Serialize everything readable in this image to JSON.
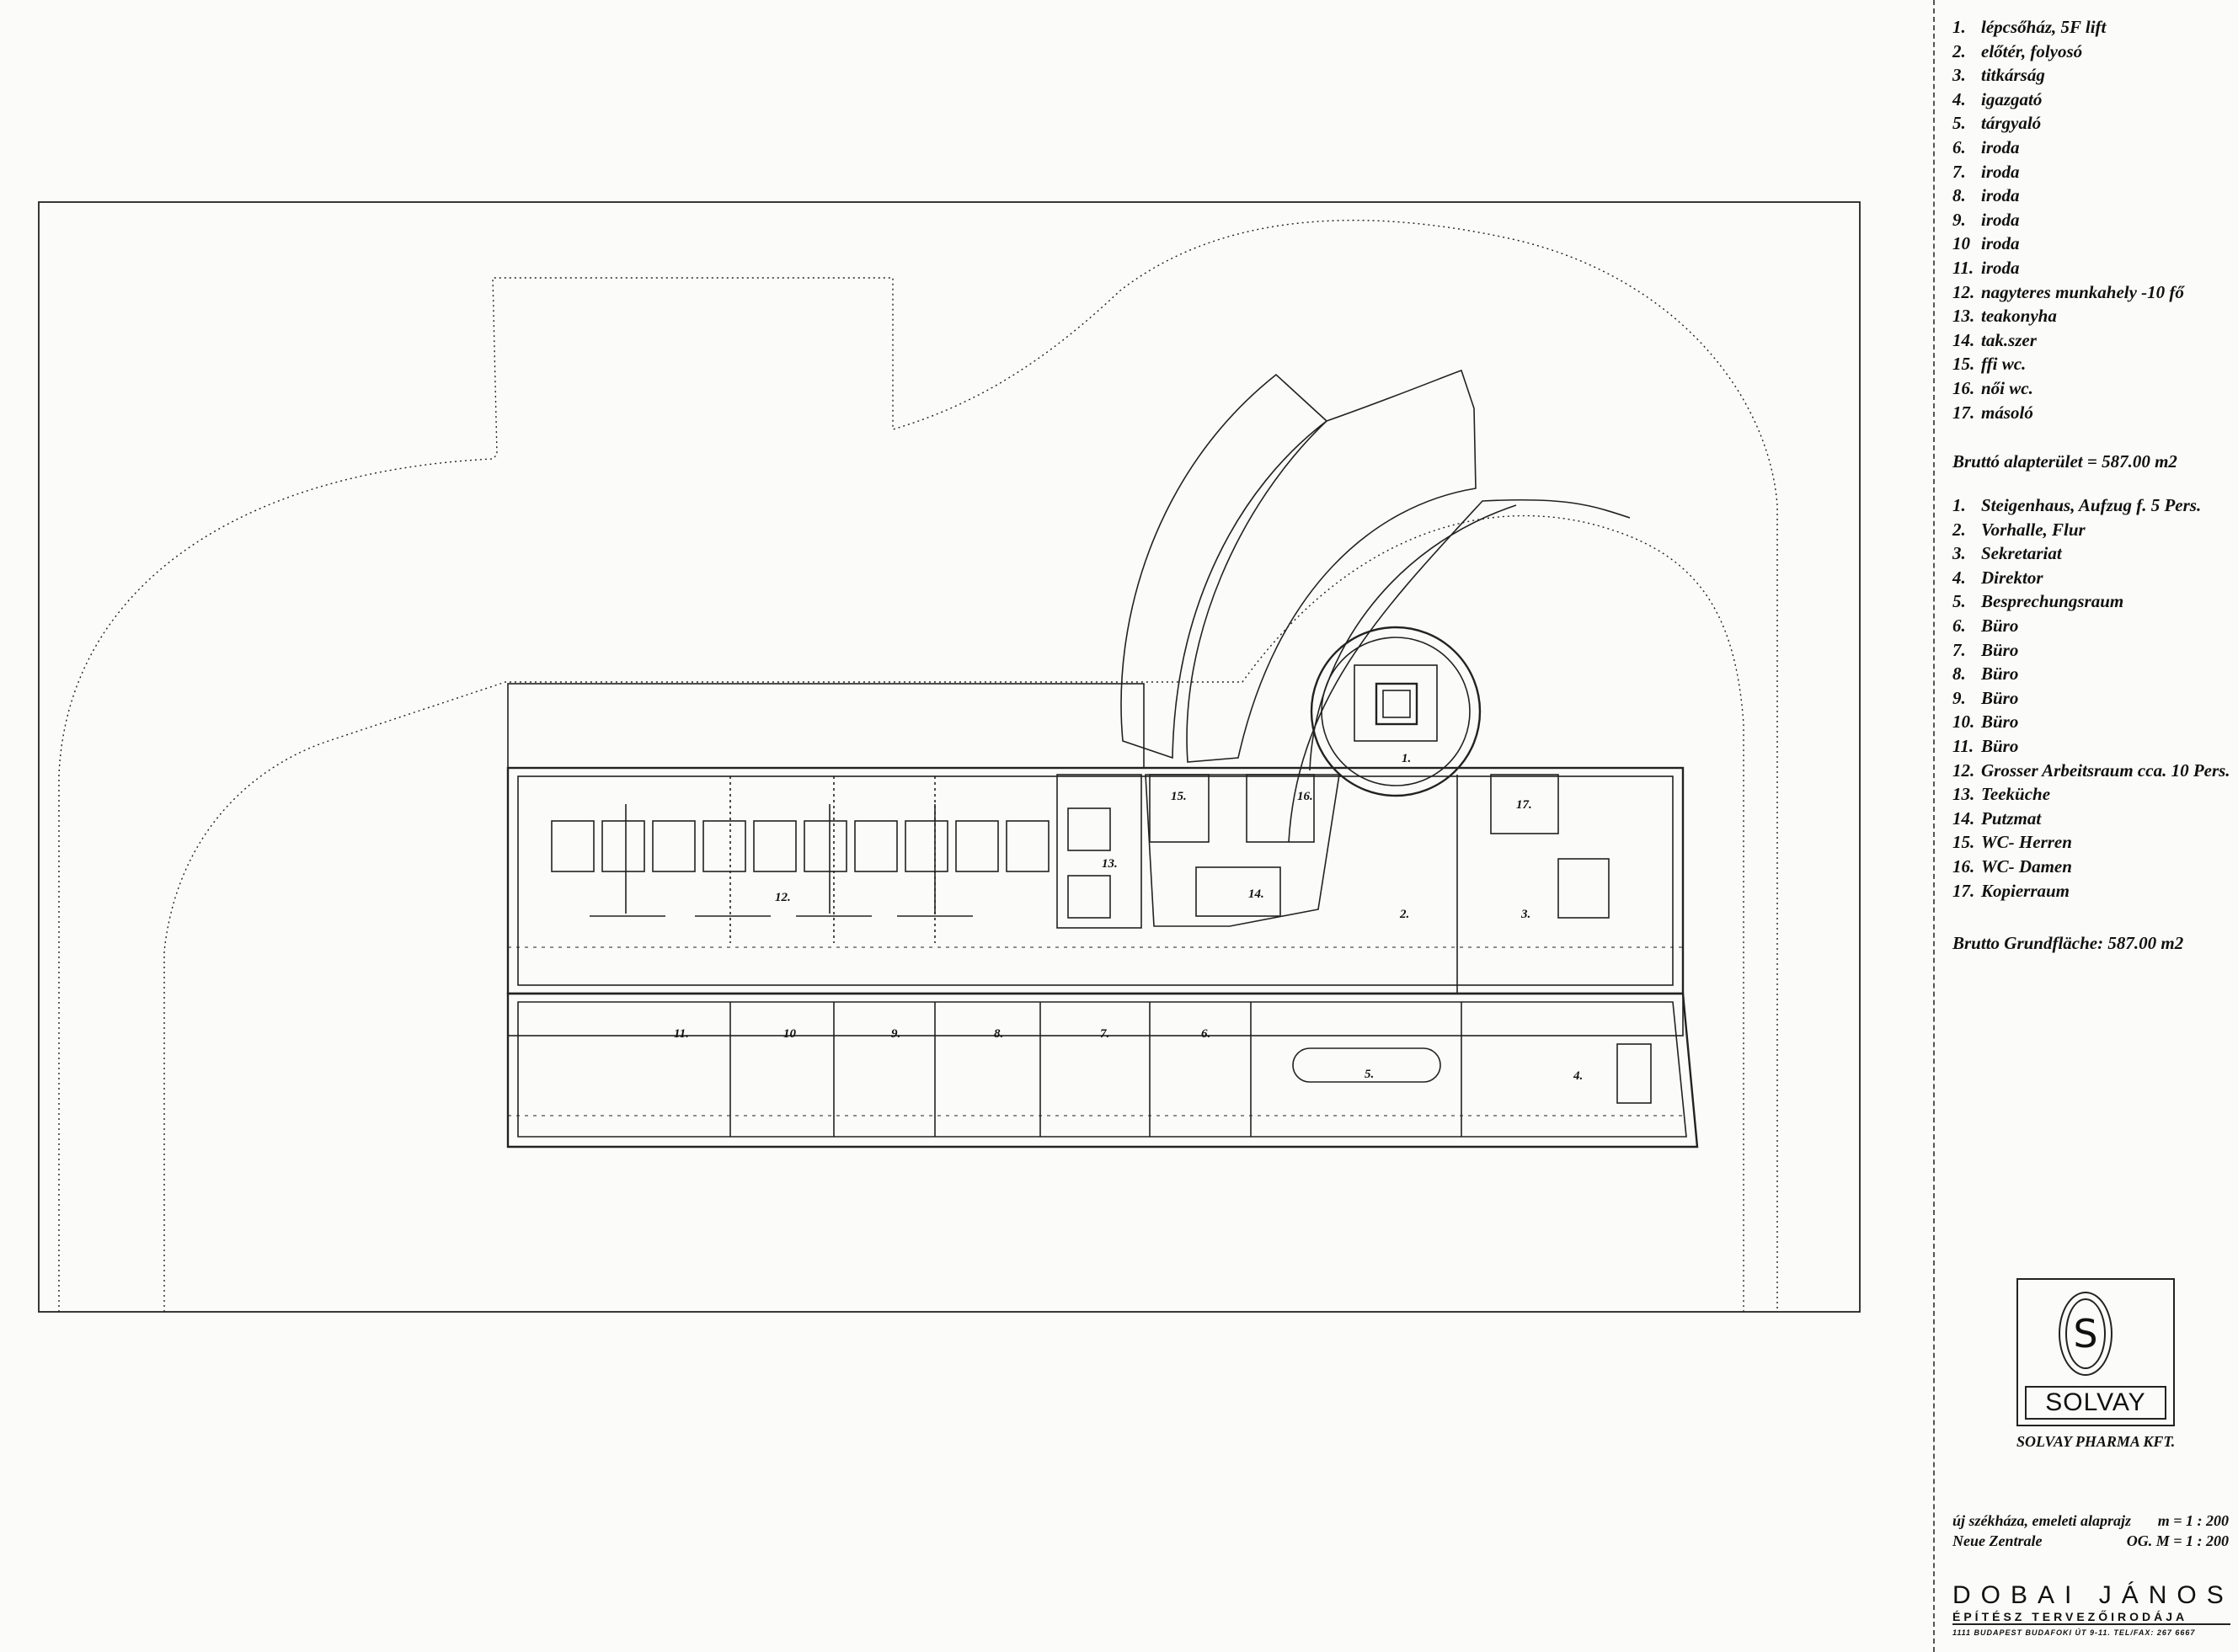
{
  "legend_hu": [
    {
      "num": "1.",
      "text": "lépcsőház, 5F lift"
    },
    {
      "num": "2.",
      "text": "előtér, folyosó"
    },
    {
      "num": "3.",
      "text": "titkárság"
    },
    {
      "num": "4.",
      "text": "igazgató"
    },
    {
      "num": "5.",
      "text": "tárgyaló"
    },
    {
      "num": "6.",
      "text": "iroda"
    },
    {
      "num": "7.",
      "text": "iroda"
    },
    {
      "num": "8.",
      "text": "iroda"
    },
    {
      "num": "9.",
      "text": "iroda"
    },
    {
      "num": "10",
      "text": "iroda"
    },
    {
      "num": "11.",
      "text": "iroda"
    },
    {
      "num": "12.",
      "text": "nagyteres munkahely -10 fő"
    },
    {
      "num": "13.",
      "text": "teakonyha"
    },
    {
      "num": "14.",
      "text": "tak.szer"
    },
    {
      "num": "15.",
      "text": "ffi wc."
    },
    {
      "num": "16.",
      "text": "női wc."
    },
    {
      "num": "17.",
      "text": "másoló"
    }
  ],
  "area_hu": "Bruttó alapterület = 587.00 m2",
  "legend_de": [
    {
      "num": "1.",
      "text": "Steigenhaus, Aufzug f. 5 Pers."
    },
    {
      "num": "2.",
      "text": "Vorhalle, Flur"
    },
    {
      "num": "3.",
      "text": "Sekretariat"
    },
    {
      "num": "4.",
      "text": "Direktor"
    },
    {
      "num": "5.",
      "text": "Besprechungsraum"
    },
    {
      "num": "6.",
      "text": "Büro"
    },
    {
      "num": "7.",
      "text": "Büro"
    },
    {
      "num": "8.",
      "text": "Büro"
    },
    {
      "num": "9.",
      "text": "Büro"
    },
    {
      "num": "10.",
      "text": "Büro"
    },
    {
      "num": "11.",
      "text": "Büro"
    },
    {
      "num": "12.",
      "text": "Grosser Arbeitsraum cca. 10 Pers."
    },
    {
      "num": "13.",
      "text": "Teeküche"
    },
    {
      "num": "14.",
      "text": "Putzmat"
    },
    {
      "num": "15.",
      "text": "WC- Herren"
    },
    {
      "num": "16.",
      "text": "WC- Damen"
    },
    {
      "num": "17.",
      "text": "Kopierraum"
    }
  ],
  "area_de": "Brutto Grundfläche: 587.00 m2",
  "room_labels": [
    "1.",
    "2.",
    "3.",
    "4.",
    "5.",
    "6.",
    "7.",
    "8.",
    "9.",
    "10",
    "11.",
    "12.",
    "13.",
    "14.",
    "15.",
    "16.",
    "17."
  ],
  "logo": {
    "mark": "S",
    "word": "SOLVAY"
  },
  "company": "SOLVAY PHARMA KFT.",
  "title_hu": "új székháza,   emeleti alaprajz",
  "scale_hu": "m = 1 : 200",
  "title_de": "Neue Zentrale",
  "scale_de": "OG. M = 1 : 200",
  "firm": {
    "name": "DOBAI JÁNOS",
    "subtitle": "ÉPÍTÉSZ TERVEZŐIRODÁJA",
    "address": "1111 BUDAPEST BUDAFOKI ÚT 9-11. TEL/FAX: 267 6667"
  }
}
